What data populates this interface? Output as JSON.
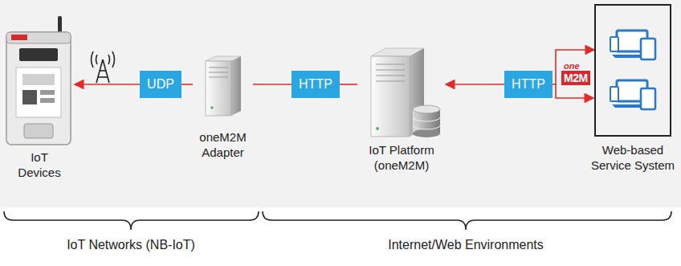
{
  "diagram": {
    "nodes": [
      {
        "text": [
          "IoT Devices"
        ]
      },
      {
        "text": [
          "UDP"
        ]
      },
      {
        "text": [
          "oneM2M Adapter"
        ]
      },
      {
        "text": [
          "HTTP"
        ]
      },
      {
        "text": [
          "IoT Platform (oneM2M)"
        ]
      },
      {
        "text": [
          "HTTP"
        ]
      },
      {
        "text": [
          "Web-based Service System"
        ]
      }
    ],
    "edges": [
      {
        "from": 1,
        "to": 0,
        "arrow": "to"
      },
      {
        "from": 2,
        "to": 1,
        "arrow": "none"
      },
      {
        "from": 2,
        "to": 3,
        "arrow": "none"
      },
      {
        "from": 3,
        "to": 4,
        "arrow": "none"
      },
      {
        "from": 5,
        "to": 4,
        "arrow": "to"
      },
      {
        "from": 5,
        "to": 6,
        "arrow": "to"
      }
    ],
    "labels": [
      "one",
      "M2M",
      "IoT Networks (NB-IoT)",
      "Internet/Web Environments"
    ]
  }
}
